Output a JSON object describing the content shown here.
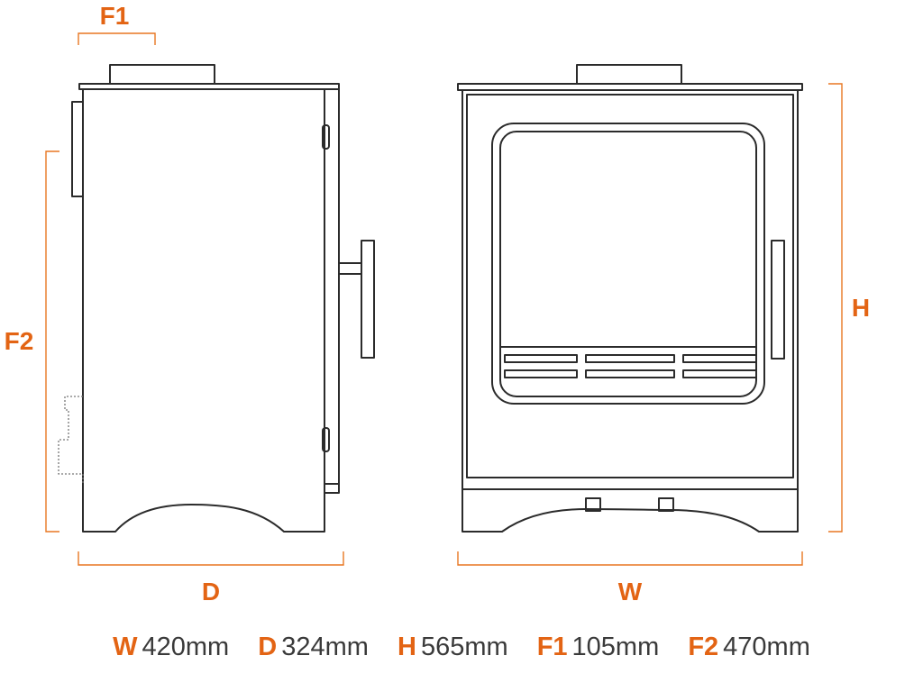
{
  "labels": {
    "f1": "F1",
    "f2": "F2",
    "d": "D",
    "w": "W",
    "h": "H"
  },
  "specs": [
    {
      "key": "W",
      "value": "420mm"
    },
    {
      "key": "D",
      "value": "324mm"
    },
    {
      "key": "H",
      "value": "565mm"
    },
    {
      "key": "F1",
      "value": "105mm"
    },
    {
      "key": "F2",
      "value": "470mm"
    }
  ],
  "colors": {
    "accent": "#e36414",
    "line": "#2b2b2b"
  }
}
